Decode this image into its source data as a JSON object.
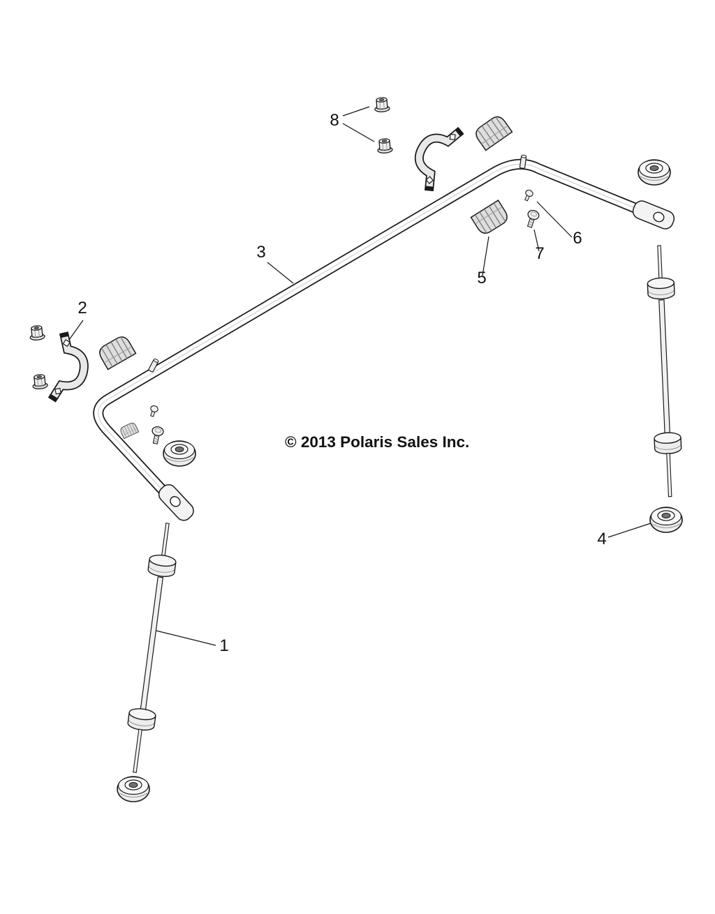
{
  "diagram": {
    "copyright": "© 2013 Polaris Sales Inc.",
    "callouts": {
      "c1": "1",
      "c2": "2",
      "c3": "3",
      "c4": "4",
      "c5": "5",
      "c6": "6",
      "c7": "7",
      "c8": "8"
    },
    "colors": {
      "line": "#1a1a1a",
      "background": "#ffffff"
    }
  }
}
